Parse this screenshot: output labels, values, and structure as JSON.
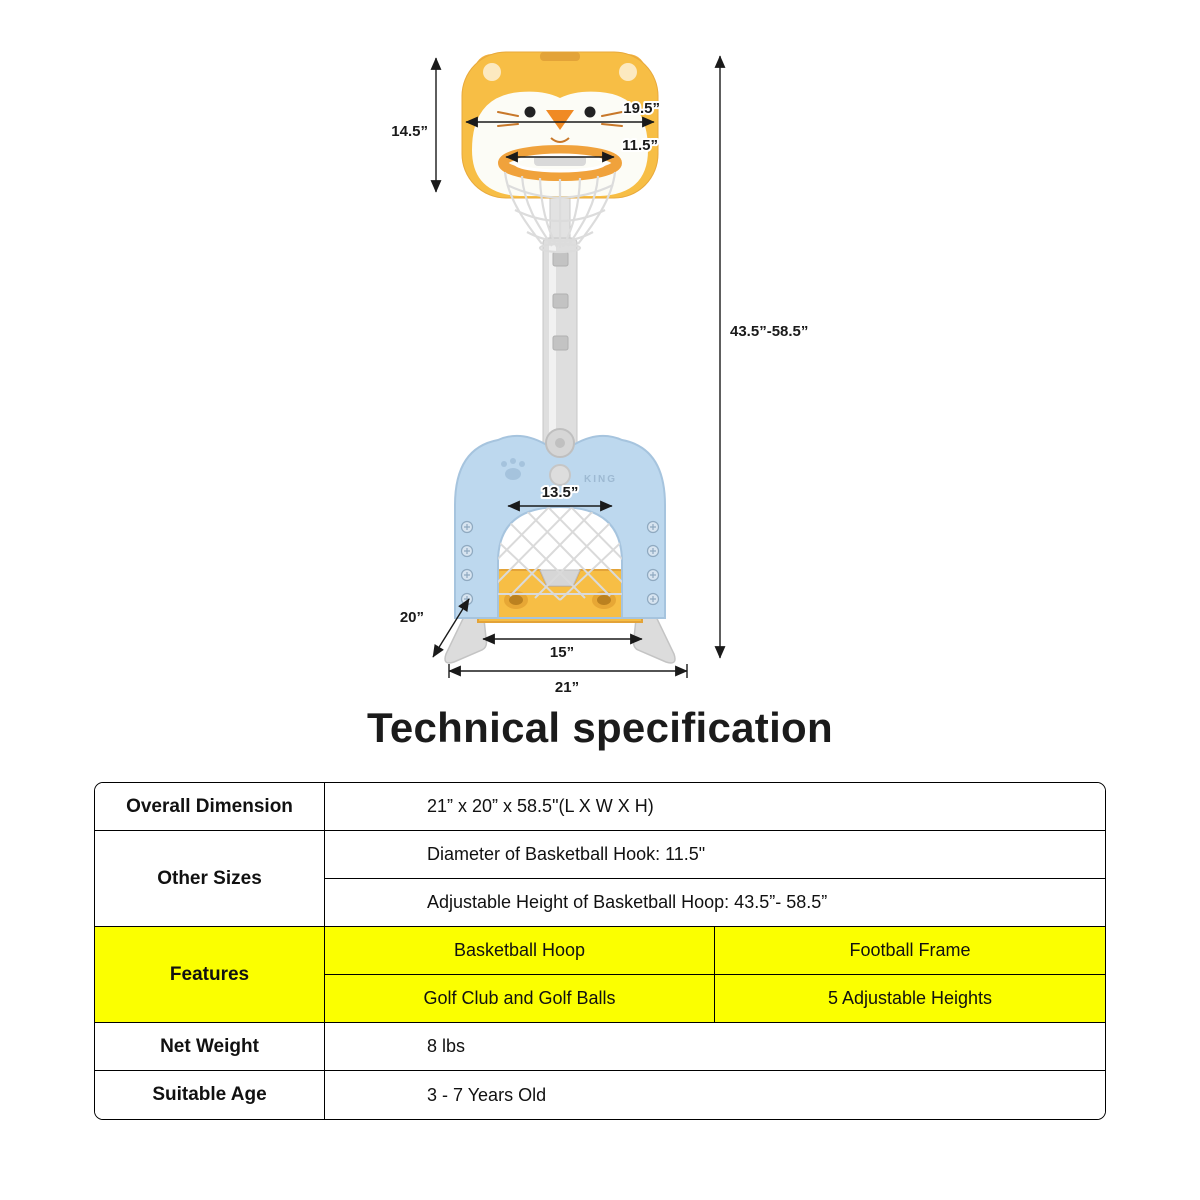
{
  "title": "Technical specification",
  "diagram": {
    "brand": "KING",
    "labels": {
      "backboard_height": "14.5”",
      "backboard_width": "19.5”",
      "hoop_diameter": "11.5”",
      "stand_height": "43.5”-58.5”",
      "goal_width": "13.5”",
      "base_depth": "20”",
      "base_inner_width": "15”",
      "base_width": "21”"
    }
  },
  "table": {
    "overall": {
      "label": "Overall Dimension",
      "value": "21” x 20” x 58.5\"(L X W X H)"
    },
    "other_sizes": {
      "label": "Other Sizes",
      "rows": [
        "Diameter of Basketball Hook: 11.5\"",
        "Adjustable Height of Basketball Hoop: 43.5”- 58.5”"
      ]
    },
    "features": {
      "label": "Features",
      "cells": [
        "Basketball Hoop",
        "Football Frame",
        "Golf Club and Golf Balls",
        "5 Adjustable Heights"
      ]
    },
    "net_weight": {
      "label": "Net Weight",
      "value": "8 lbs"
    },
    "suitable_age": {
      "label": "Suitable Age",
      "value": "3 - 7 Years Old"
    }
  },
  "colors": {
    "feature_highlight": "#FBFF00",
    "backboard_yellow": "#F7BE45",
    "stand_blue": "#BDD8EE"
  }
}
